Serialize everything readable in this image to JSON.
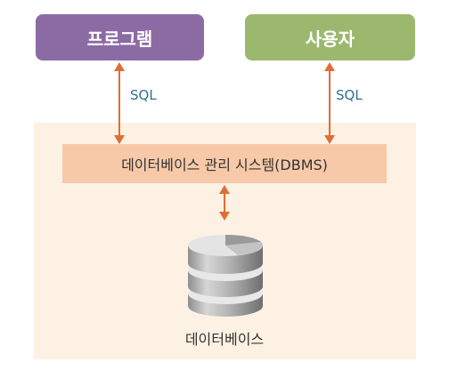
{
  "diagram": {
    "program_label": "프로그램",
    "user_label": "사용자",
    "left_sql_label": "SQL",
    "right_sql_label": "SQL",
    "dbms_label": "데이터베이스 관리 시스템(DBMS)",
    "database_label": "데이터베이스"
  },
  "colors": {
    "program_box": "#8c6ba5",
    "user_box": "#9cb86e",
    "dbms_box": "#f7c9a8",
    "panel": "#fdf1e3",
    "arrow": "#e06d35",
    "sql_text": "#2f6f8f"
  },
  "icons": {
    "database": "database-cylinder-icon",
    "arrows": "double-headed-arrow-icon"
  }
}
